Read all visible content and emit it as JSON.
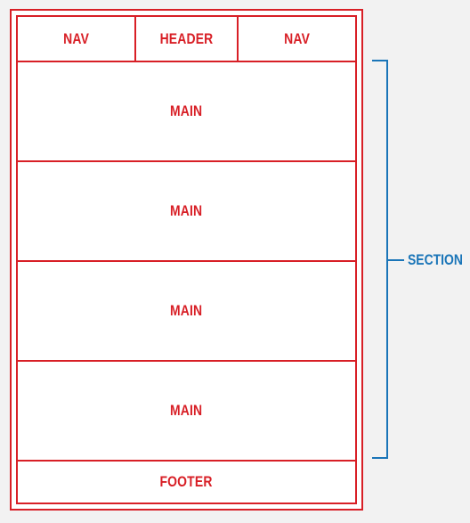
{
  "layout_blocks": {
    "top_row": [
      "NAV",
      "HEADER",
      "NAV"
    ],
    "main": [
      "MAIN",
      "MAIN",
      "MAIN",
      "MAIN"
    ],
    "footer": "FOOTER"
  },
  "annotation": {
    "label": "SECTION"
  },
  "colors": {
    "element_outline": "#d81f26",
    "annotation": "#1a75b8",
    "background": "#f2f2f2"
  }
}
